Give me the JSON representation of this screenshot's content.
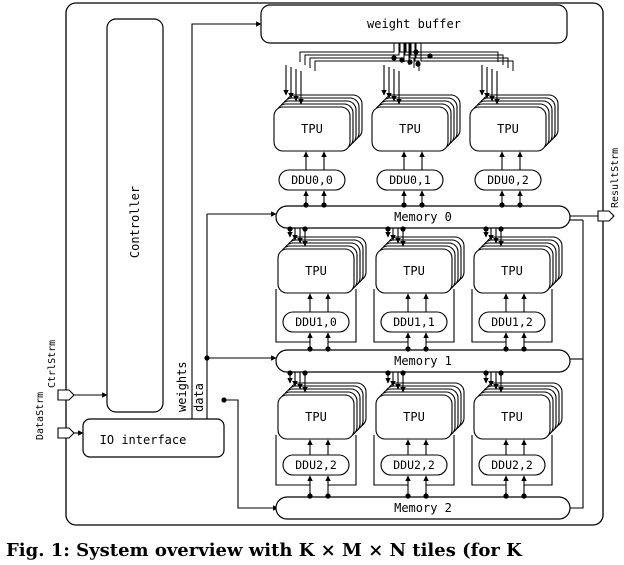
{
  "blocks": {
    "weight_buffer": "weight buffer",
    "controller": "Controller",
    "io_interface": "IO interface",
    "tpu": "TPU",
    "memories": [
      "Memory 0",
      "Memory 1",
      "Memory 2"
    ],
    "ddu_rows": [
      [
        "DDU0,0",
        "DDU0,1",
        "DDU0,2"
      ],
      [
        "DDU1,0",
        "DDU1,1",
        "DDU1,2"
      ],
      [
        "DDU2,2",
        "DDU2,2",
        "DDU2,2"
      ]
    ]
  },
  "signals": {
    "data_strm": "DataStrm",
    "ctrl_strm": "CtrlStrm",
    "result_strm": "ResultStrm",
    "weights": "weights",
    "data": "data"
  },
  "caption": "Fig. 1: System overview with K × M × N tiles (for K"
}
